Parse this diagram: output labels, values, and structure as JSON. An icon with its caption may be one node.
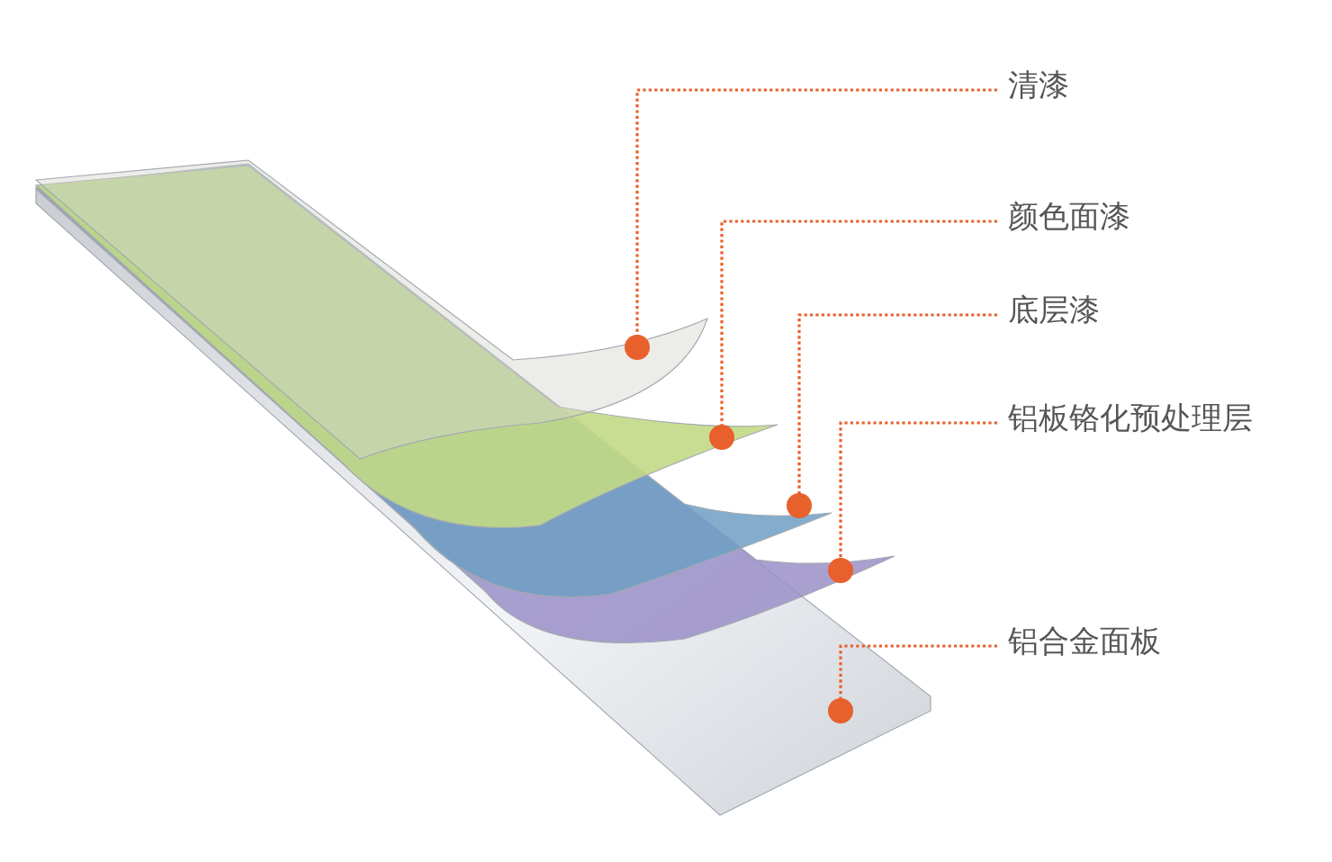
{
  "diagram": {
    "nodes": [
      {
        "text": [
          "清漆"
        ]
      },
      {
        "text": [
          "颜色面漆"
        ]
      },
      {
        "text": [
          "底层漆"
        ]
      },
      {
        "text": [
          "铝板铬化预处理层"
        ]
      },
      {
        "text": [
          "铝合金面板"
        ]
      }
    ],
    "edges": [
      {
        "from": 0,
        "to": null,
        "arrow": "other"
      },
      {
        "from": 1,
        "to": null,
        "arrow": "other"
      },
      {
        "from": 2,
        "to": null,
        "arrow": "other"
      },
      {
        "from": 3,
        "to": null,
        "arrow": "other"
      },
      {
        "from": 4,
        "to": null,
        "arrow": "other"
      }
    ]
  }
}
